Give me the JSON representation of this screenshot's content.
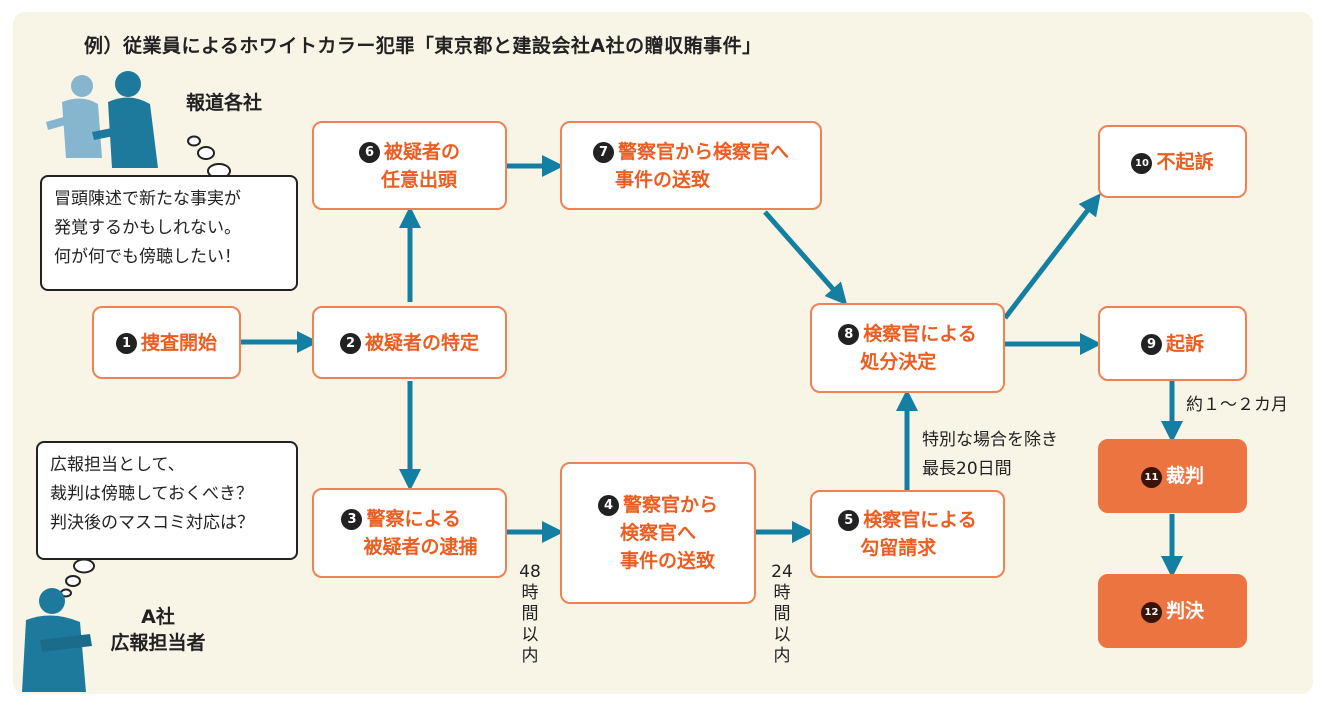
{
  "title": "例）従業員によるホワイトカラー犯罪「東京都と建設会社A社の贈収賄事件」",
  "media": {
    "label": "報道各社",
    "bubble_lines": [
      "冒頭陳述で新たな事実が",
      "発覚するかもしれない。",
      "何が何でも傍聴したい！"
    ]
  },
  "company": {
    "label_lines": [
      "A社",
      "広報担当者"
    ],
    "bubble_lines": [
      "広報担当として、",
      "裁判は傍聴しておくべき？",
      "判決後のマスコミ対応は？"
    ]
  },
  "steps": [
    {
      "num": "1",
      "lines": [
        "捜査開始"
      ]
    },
    {
      "num": "2",
      "lines": [
        "被疑者の特定"
      ]
    },
    {
      "num": "3",
      "lines": [
        "警察による",
        "被疑者の逮捕"
      ]
    },
    {
      "num": "4",
      "lines": [
        "警察官から",
        "検察官へ",
        "事件の送致"
      ]
    },
    {
      "num": "5",
      "lines": [
        "検察官による",
        "勾留請求"
      ]
    },
    {
      "num": "6",
      "lines": [
        "被疑者の",
        "任意出頭"
      ]
    },
    {
      "num": "7",
      "lines": [
        "警察官から検察官へ",
        "事件の送致"
      ]
    },
    {
      "num": "8",
      "lines": [
        "検察官による",
        "処分決定"
      ]
    },
    {
      "num": "9",
      "lines": [
        "起訴"
      ]
    },
    {
      "num": "10",
      "lines": [
        "不起訴"
      ]
    },
    {
      "num": "11",
      "lines": [
        "裁判"
      ]
    },
    {
      "num": "12",
      "lines": [
        "判決"
      ]
    }
  ],
  "notes": {
    "within48": [
      "48",
      "時",
      "間",
      "以",
      "内"
    ],
    "within24": [
      "24",
      "時",
      "間",
      "以",
      "内"
    ],
    "max20": [
      "特別な場合を除き",
      "最長20日間"
    ],
    "months": "約１～２カ月"
  },
  "colors": {
    "accent": "#eb5e22",
    "arrow": "#137fa2",
    "filled": "#eb7441",
    "background": "#f8f4e6"
  }
}
